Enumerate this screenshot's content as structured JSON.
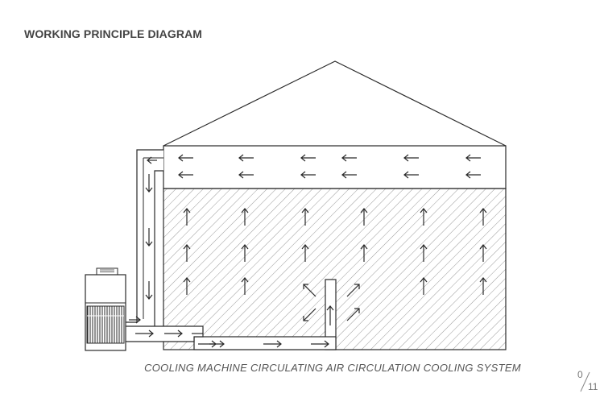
{
  "title": "WORKING PRINCIPLE DIAGRAM",
  "caption": "COOLING MACHINE  CIRCULATING AIR CIRCULATION COOLING SYSTEM",
  "pagination": {
    "current": "0",
    "total": "11"
  },
  "colors": {
    "line": "#2a2a2a",
    "hatch": "#9a9a9a",
    "text": "#444444"
  },
  "icons": {
    "flow": "arrow-icon"
  }
}
